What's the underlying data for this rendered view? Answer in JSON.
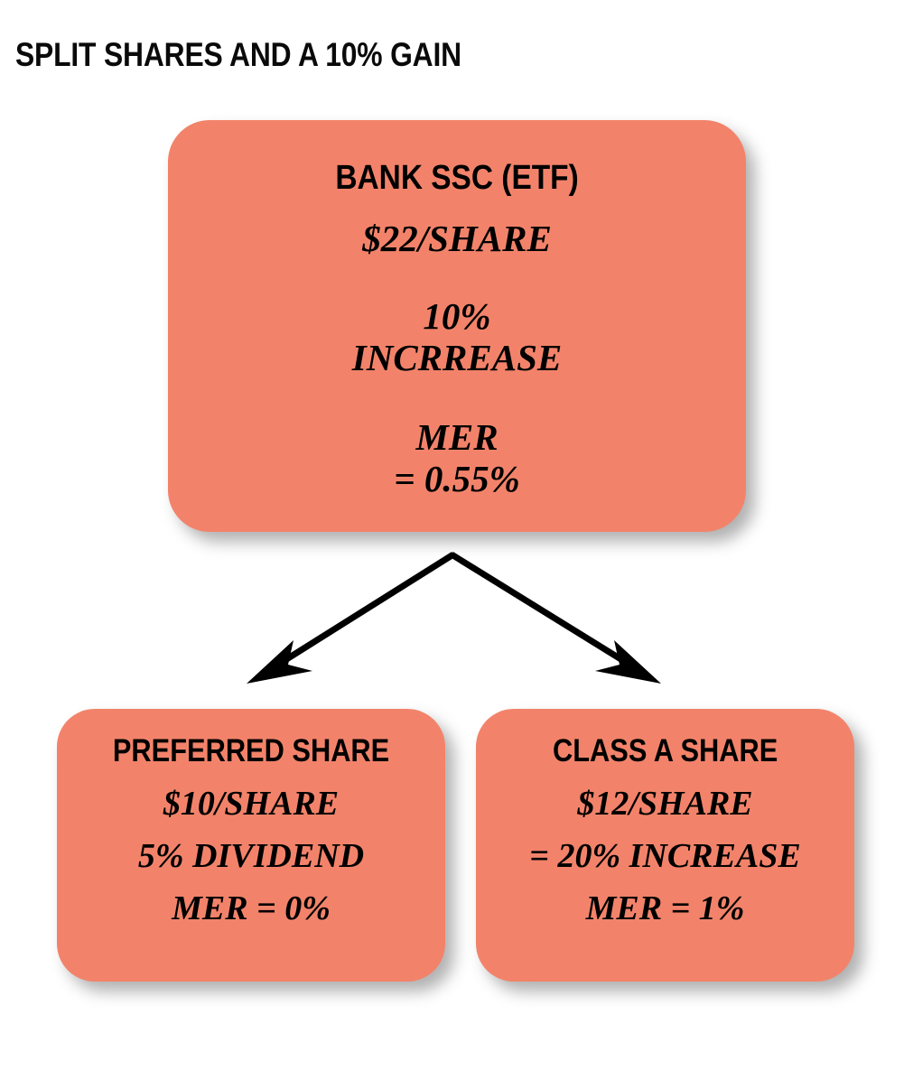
{
  "page": {
    "title": "SPLIT SHARES AND A 10% GAIN",
    "background_color": "#FFFFFF",
    "node_fill_color": "#F2836A",
    "text_color": "#000000",
    "arrow_color": "#000000"
  },
  "diagram": {
    "type": "split-share-structure",
    "parent": {
      "name": "BANK SSC (ETF)",
      "price": "$22/SHARE",
      "change_value": "10%",
      "change_label": "INCRREASE",
      "mer_label": "MER",
      "mer_value": "= 0.55%"
    },
    "children": [
      {
        "name": "PREFERRED SHARE",
        "price": "$10/SHARE",
        "yield": "5% DIVIDEND",
        "mer": "MER = 0%"
      },
      {
        "name": "CLASS A SHARE",
        "price": "$12/SHARE",
        "yield": "= 20% INCREASE",
        "mer": "MER = 1%"
      }
    ],
    "connectors": [
      {
        "name": "arrow-to-preferred-share",
        "from": "BANK SSC (ETF)",
        "to": "PREFERRED SHARE"
      },
      {
        "name": "arrow-to-class-a-share",
        "from": "BANK SSC (ETF)",
        "to": "CLASS A SHARE"
      }
    ]
  }
}
